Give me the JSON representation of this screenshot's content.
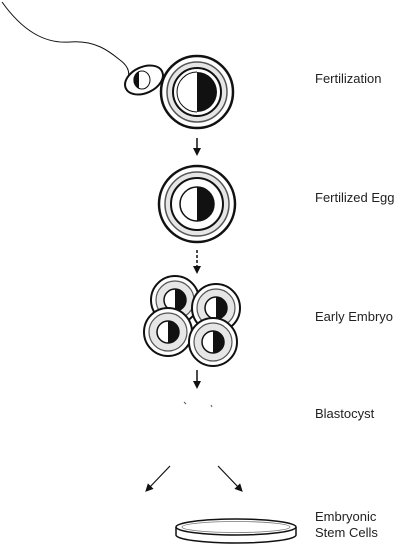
{
  "stages": {
    "fertilization": "Fertilization",
    "fertilized_egg": "Fertilized Egg",
    "early_embryo": "Early Embryo",
    "blastocyst": "Blastocyst",
    "stem_cells_line1": "Embryonic",
    "stem_cells_line2": "Stem Cells"
  },
  "colors": {
    "ink": "#111111",
    "ring_fill": "#e6e6e6",
    "text": "#222222"
  },
  "icons": {
    "sperm": "sperm-icon",
    "egg": "egg-cell-icon",
    "embryo_cells": "cell-cluster-icon",
    "petri_dish": "petri-dish-icon"
  }
}
